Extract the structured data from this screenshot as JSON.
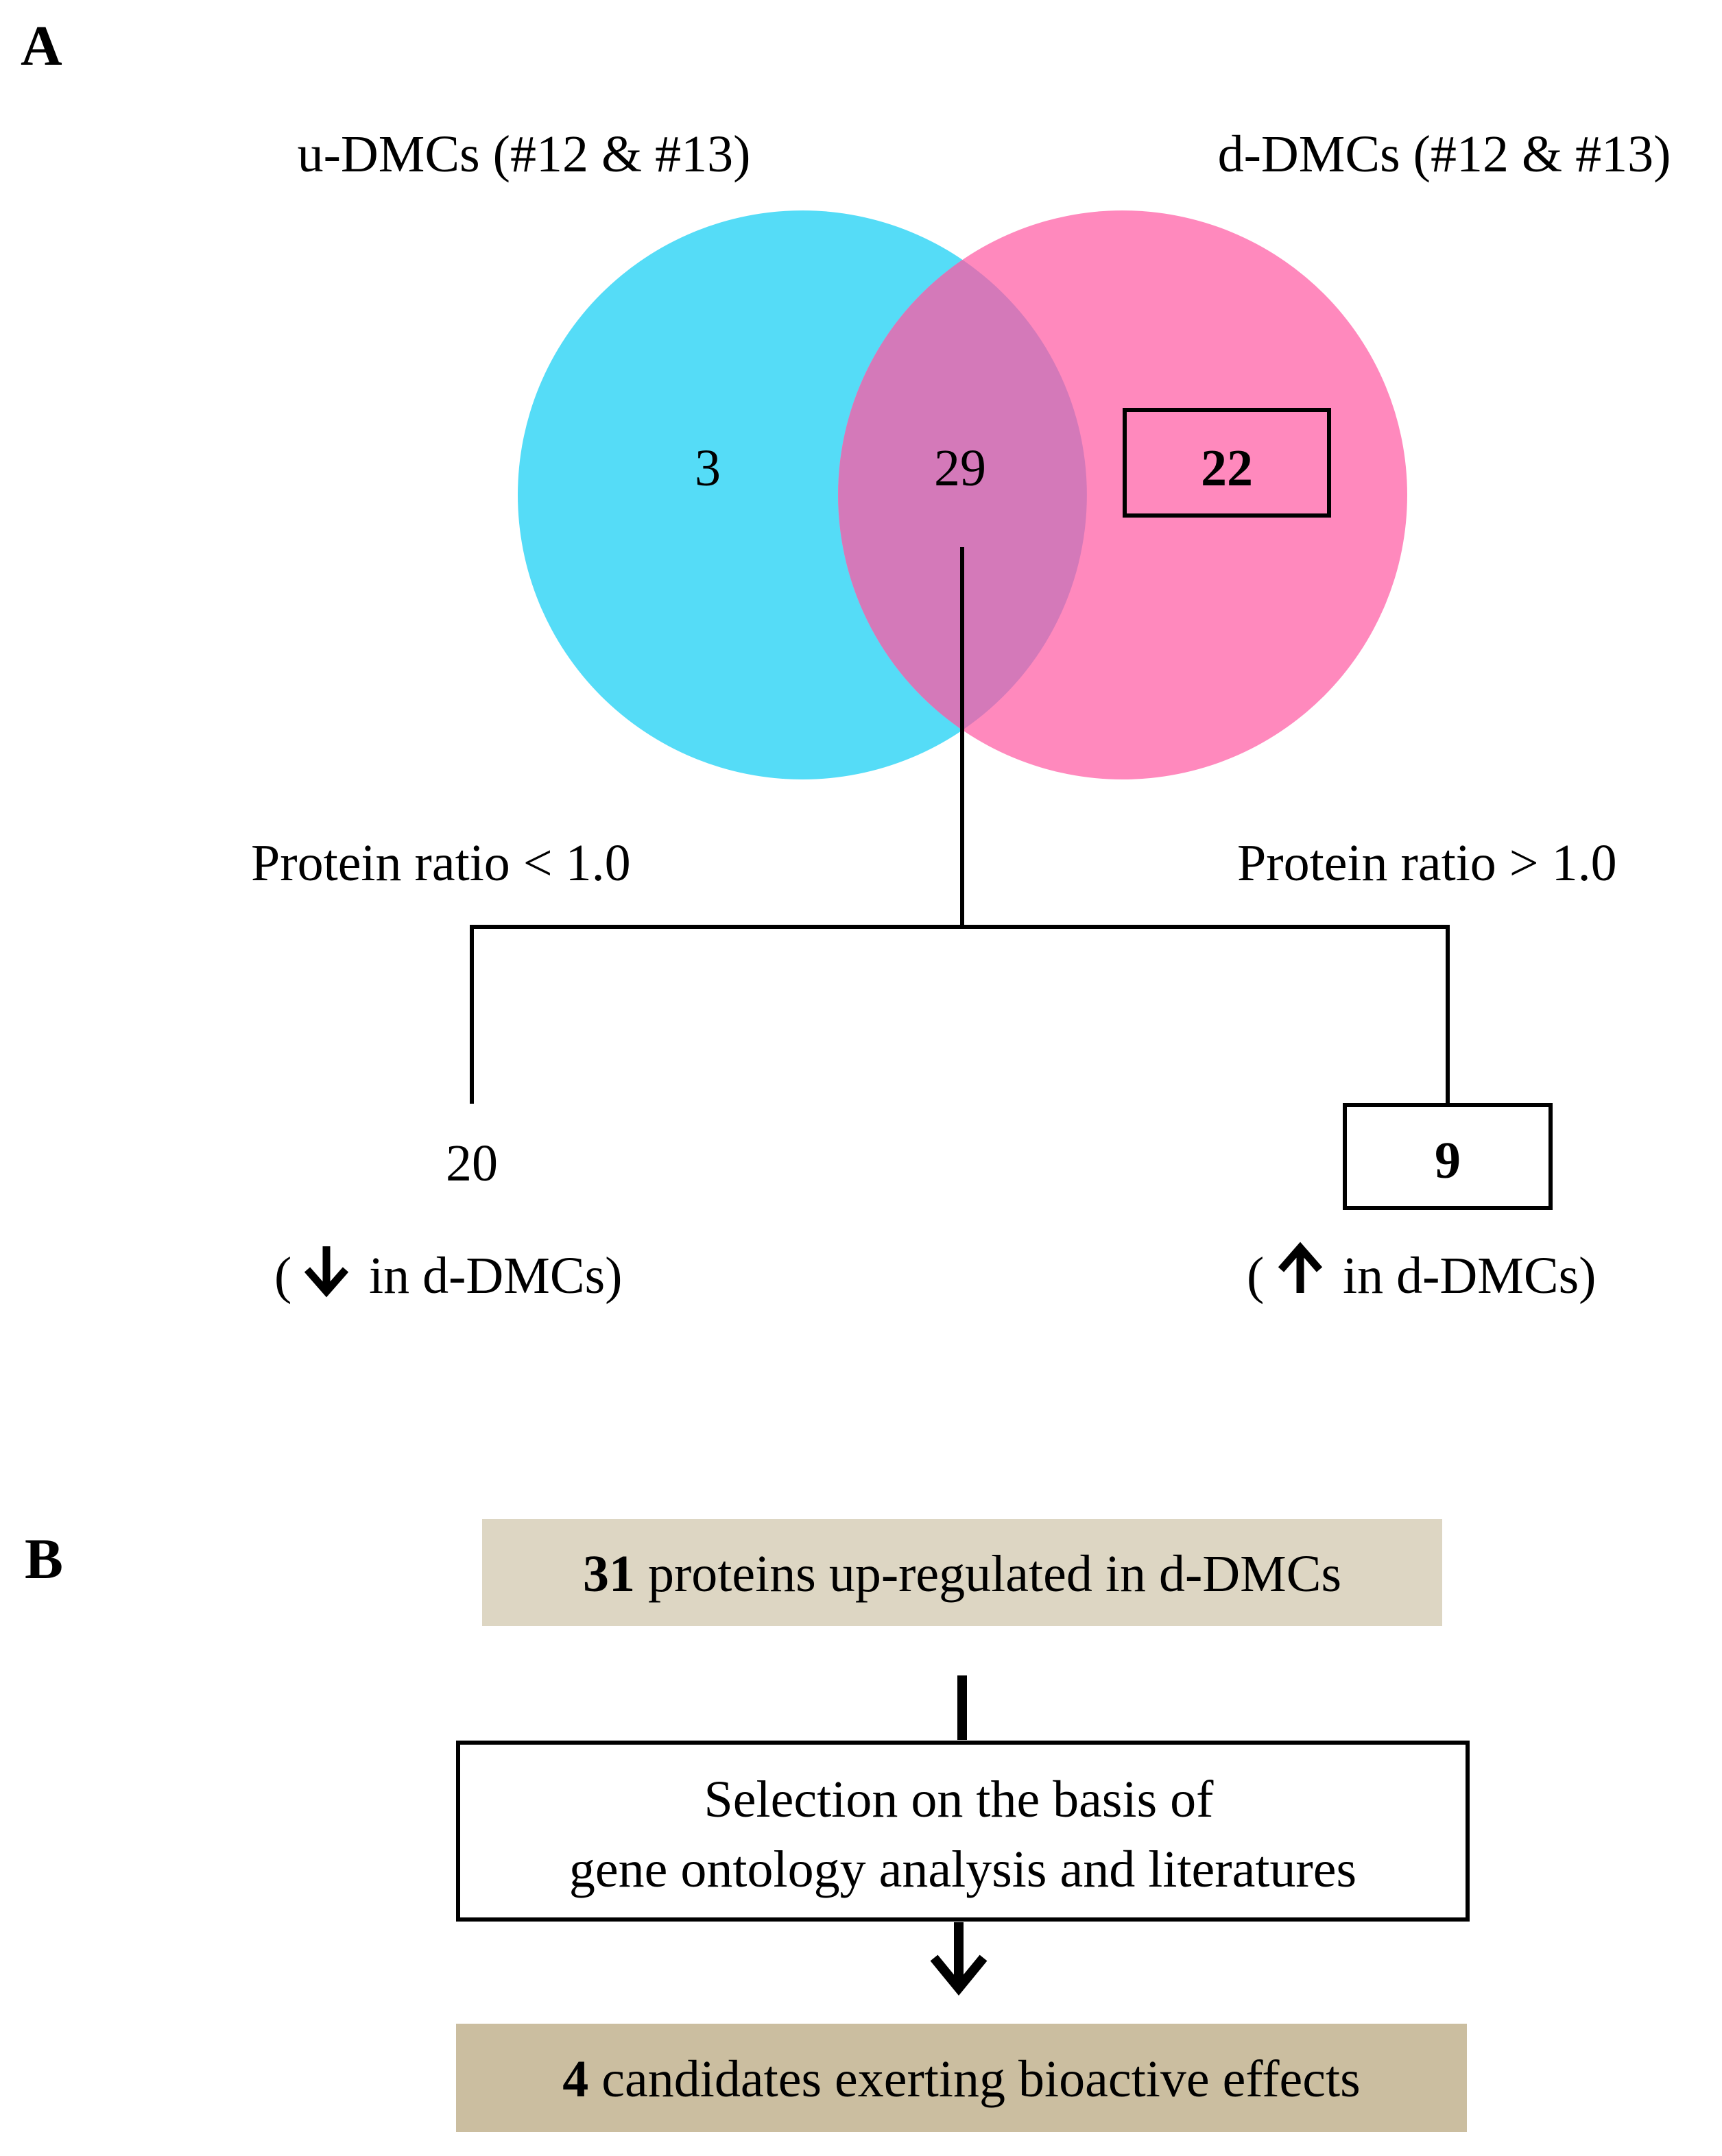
{
  "panel_a": {
    "letter": "A",
    "left_set_label": "u-DMCs (#12 & #13)",
    "right_set_label": "d-DMCs (#12 & #13)",
    "left_only_count": "3",
    "intersection_count": "29",
    "right_only_count": "22",
    "left_branch_label": "Protein ratio < 1.0",
    "right_branch_label": "Protein ratio > 1.0",
    "left_branch_count": "20",
    "right_branch_count": "9",
    "left_branch_note_open": "(",
    "left_branch_note_text": "in d-DMCs)",
    "right_branch_note_open": "(",
    "right_branch_note_text": "in d-DMCs)",
    "left_arrow_icon": "arrow-down-icon",
    "right_arrow_icon": "arrow-up-icon",
    "colors": {
      "left_circle": "#55dcf7",
      "right_circle": "#ff89bd",
      "overlap": "#d479b9"
    }
  },
  "panel_b": {
    "letter": "B",
    "step1_number": "31",
    "step1_text": "proteins up-regulated in d-DMCs",
    "step2_line1": "Selection on the basis of",
    "step2_line2": "gene ontology analysis and literatures",
    "step3_number": "4",
    "step3_text": "candidates exerting bioactive effects",
    "colors": {
      "step1_fill": "#ddd6c3",
      "step3_fill": "#cbbea0"
    }
  }
}
